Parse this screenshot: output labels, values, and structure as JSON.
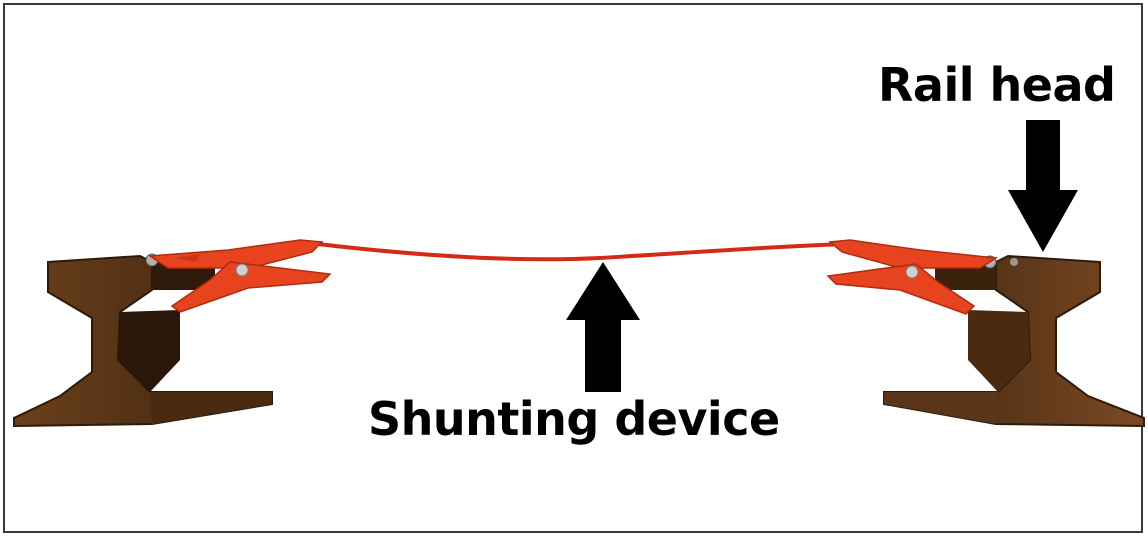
{
  "labels": {
    "rail_head": "Rail head",
    "shunting_device": "Shunting device"
  },
  "colors": {
    "rail": "#5a3517",
    "rail_dark": "#2e1a0b",
    "rail_light": "#7a4a24",
    "clamp": "#e8431f",
    "wire": "#d62a18",
    "arrow": "#000000",
    "border": "#3a3a3a"
  },
  "icons": [
    "rail-left",
    "rail-right",
    "clamp-left",
    "clamp-right",
    "shunt-wire",
    "arrow-up",
    "arrow-down"
  ]
}
